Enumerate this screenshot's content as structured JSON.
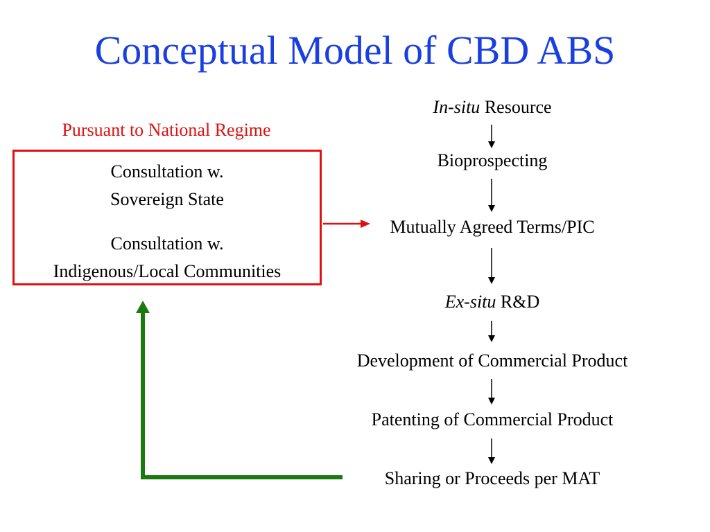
{
  "title": "Conceptual Model of CBD ABS",
  "regime": {
    "label": "Pursuant to National Regime",
    "consultation_1_line1": "Consultation w.",
    "consultation_1_line2": "Sovereign State",
    "consultation_2_line1": "Consultation w.",
    "consultation_2_line2": "Indigenous/Local Communities"
  },
  "flow": {
    "step1_italic": "In-situ",
    "step1_rest": " Resource",
    "step2": "Bioprospecting",
    "step3": "Mutually Agreed Terms/PIC",
    "step4_italic": "Ex-situ",
    "step4_rest": " R&D",
    "step5": "Development of Commercial Product",
    "step6": "Patenting of Commercial Product",
    "step7": "Sharing or Proceeds per MAT"
  },
  "colors": {
    "title": "#1a3fe0",
    "regime": "#e01010",
    "feedback_arrow": "#1a7a10",
    "flow_arrow": "#000000"
  }
}
